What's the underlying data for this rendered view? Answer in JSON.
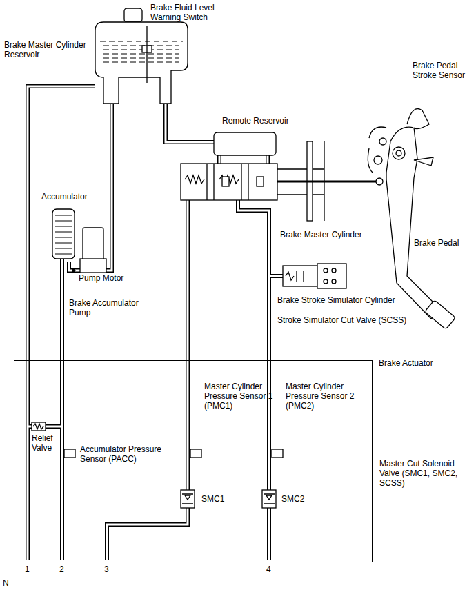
{
  "diagram": {
    "nodes": [
      {
        "text": [
          "Accumulator",
          "Pump Motor"
        ]
      },
      {
        "text": [
          "Brake Actuator"
        ]
      }
    ],
    "edges": [
      {
        "from": 0,
        "to": 1,
        "arrow": "none"
      }
    ],
    "labels": [
      "Brake Fluid Level Warning Switch",
      "Brake Master Cylinder Reservoir",
      "Brake Pedal Stroke Sensor",
      "Remote Reservoir",
      "Brake Master Cylinder",
      "Brake Pedal",
      "Brake Accumulator Pump",
      "Brake Stroke Simulator Cylinder",
      "Stroke Simulator Cut Valve (SCSS)",
      "Master Cylinder Pressure Sensor 1 (PMC1)",
      "Master Cylinder Pressure Sensor 2 (PMC2)",
      "Relief Valve",
      "Accumulator Pressure Sensor (PACC)",
      "SMC1",
      "SMC2",
      "Master Cut Solenoid Valve (SMC1, SMC2, SCSS)",
      "1",
      "2",
      "3",
      "4",
      "N"
    ]
  }
}
